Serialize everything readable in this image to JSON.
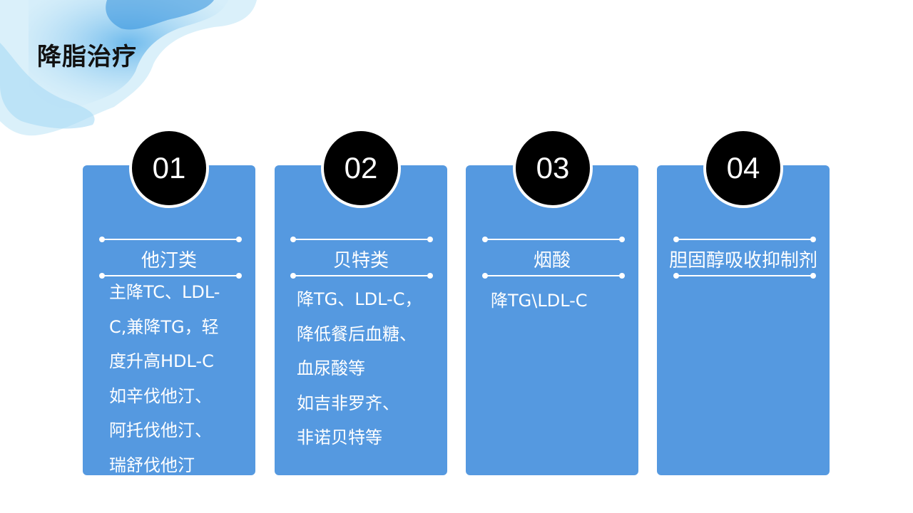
{
  "page": {
    "title": "降脂治疗",
    "card_color": "#5599e0",
    "circle_color": "#000000"
  },
  "cards": [
    {
      "number": "01",
      "title": "他汀类",
      "lines": [
        "主降TC、LDL-",
        "C,兼降TG，轻",
        "度升高HDL-C",
        "如辛伐他汀、",
        "阿托伐他汀、",
        "瑞舒伐他汀"
      ]
    },
    {
      "number": "02",
      "title": "贝特类",
      "lines": [
        "降TG、LDL-C，",
        "降低餐后血糖、",
        "血尿酸等",
        "如吉非罗齐、",
        "非诺贝特等"
      ]
    },
    {
      "number": "03",
      "title": "烟酸",
      "lines": [
        "降TG\\LDL-C"
      ]
    },
    {
      "number": "04",
      "title": "胆固醇吸收抑制剂",
      "lines": []
    }
  ]
}
